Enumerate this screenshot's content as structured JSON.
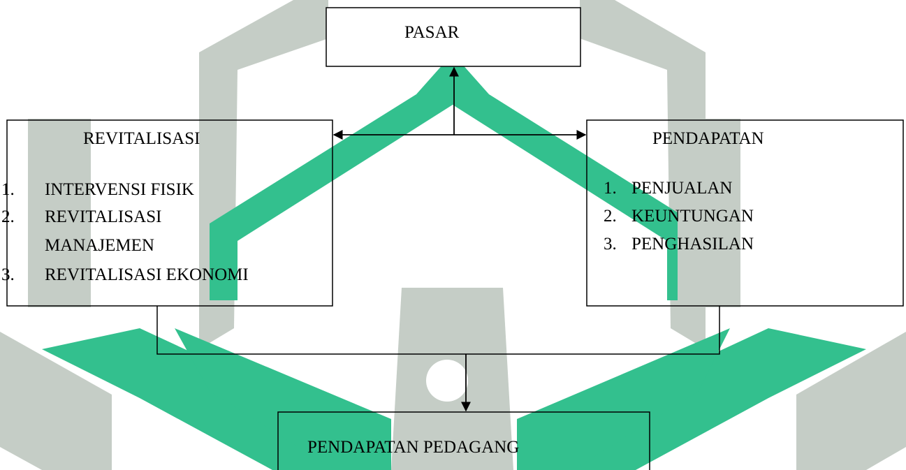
{
  "nodes": {
    "pasar": {
      "title": "PASAR"
    },
    "revitalisasi": {
      "title": "REVITALISASI",
      "items": [
        {
          "num": "1.",
          "text": "INTERVENSI FISIK"
        },
        {
          "num": "2.",
          "text": "REVITALISASI"
        },
        {
          "num": "",
          "text": "MANAJEMEN"
        },
        {
          "num": "3.",
          "text": "REVITALISASI EKONOMI"
        }
      ]
    },
    "pendapatan": {
      "title": "PENDAPATAN",
      "items": [
        {
          "num": "1.",
          "text": "PENJUALAN"
        },
        {
          "num": "2.",
          "text": "KEUNTUNGAN"
        },
        {
          "num": "3.",
          "text": "PENGHASILAN"
        }
      ]
    },
    "pendapatan_pedagang": {
      "title": "PENDAPATAN PEDAGANG"
    }
  },
  "colors": {
    "watermark_gray": "#c5cdc6",
    "watermark_green": "#33c08e",
    "line": "#000000"
  }
}
